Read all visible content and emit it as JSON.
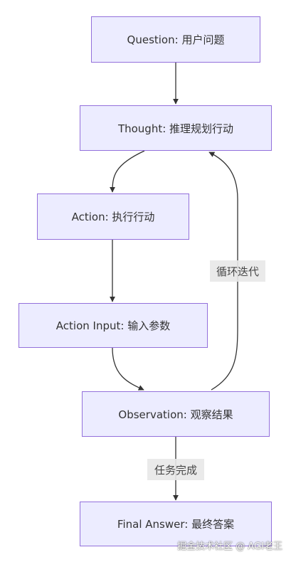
{
  "diagram": {
    "nodes": {
      "question": "Question: 用户问题",
      "thought": "Thought: 推理规划行动",
      "action": "Action: 执行行动",
      "action_input": "Action Input: 输入参数",
      "observation": "Observation: 观察结果",
      "final_answer": "Final Answer: 最终答案"
    },
    "edge_labels": {
      "loop": "循环迭代",
      "done": "任务完成"
    },
    "colors": {
      "node_fill": "#ECECFF",
      "node_stroke": "#9370DB",
      "edge": "#333333",
      "label_bg": "#e8e8e8"
    }
  },
  "watermark": "掘金技术社区 @ AGI老王"
}
